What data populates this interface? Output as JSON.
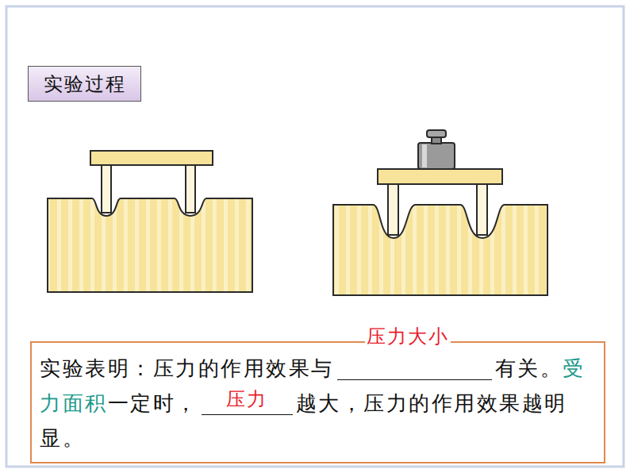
{
  "diagram": {
    "nodes": [
      {
        "text": [
          "实验过程"
        ]
      },
      {
        "text": [
          "实验表明：压力的作用效果与",
          "有关。",
          "受力面积",
          "一定时，",
          "越大，压力的作用效果越明显。"
        ]
      }
    ],
    "labels": [
      "压力大小",
      "压力"
    ]
  }
}
